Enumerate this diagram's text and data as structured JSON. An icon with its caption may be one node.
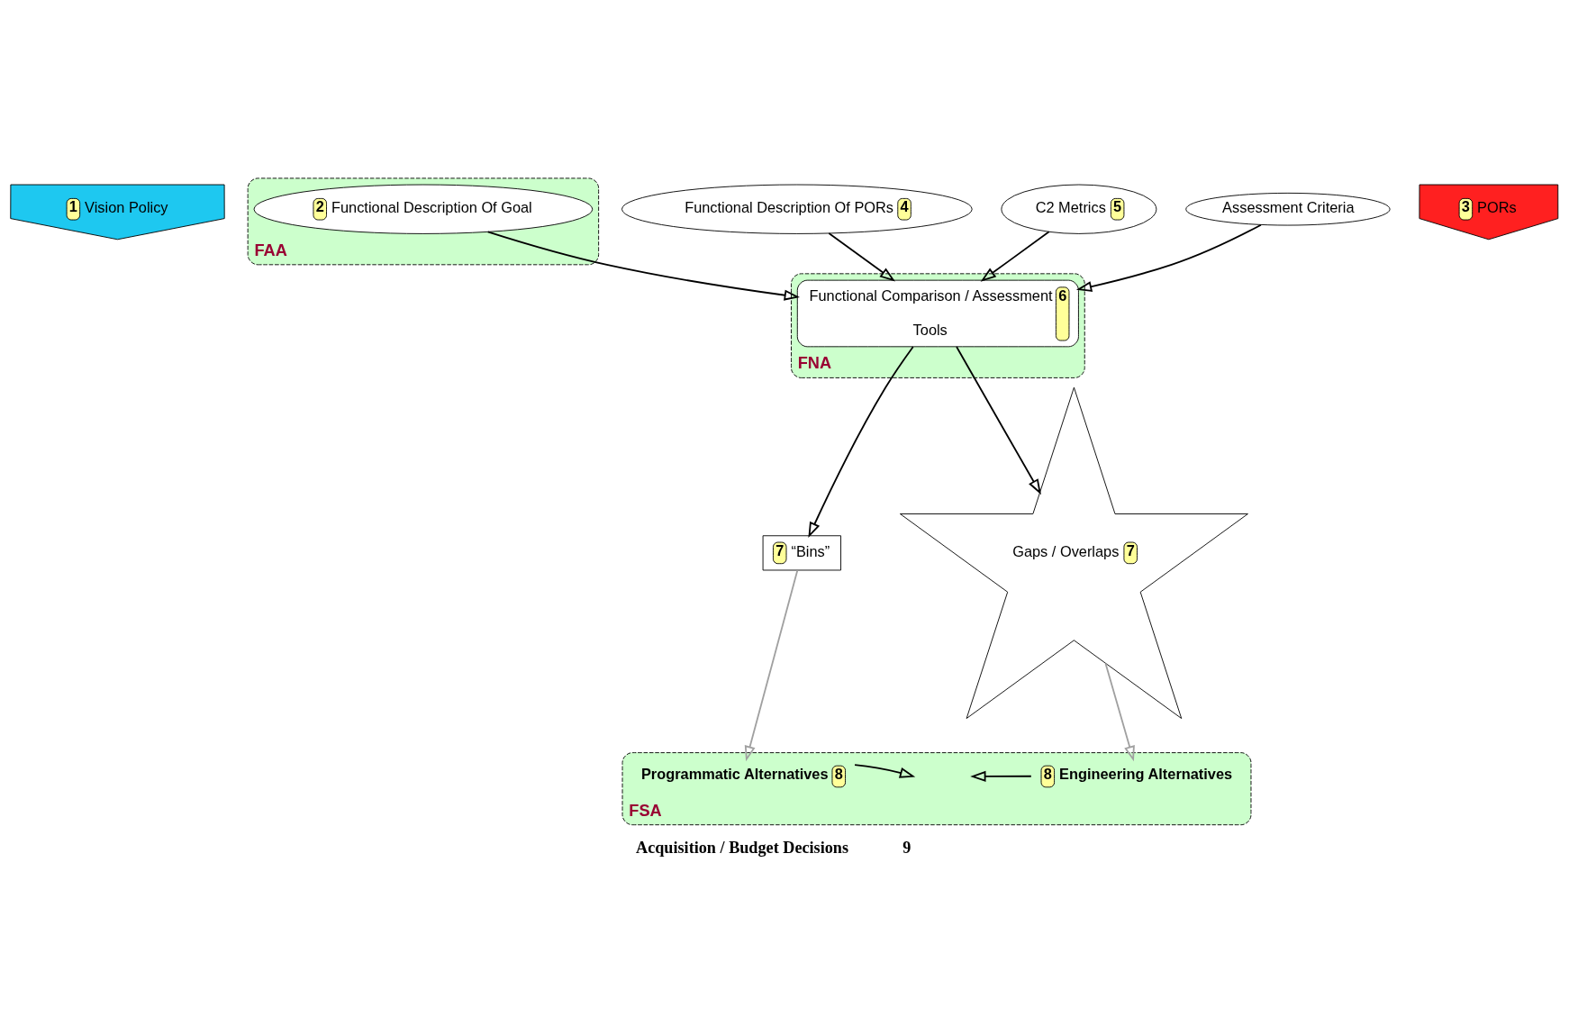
{
  "diagram": {
    "nodes": [
      {
        "text": [
          "1",
          "Vision Policy"
        ]
      },
      {
        "text": [
          "FAA"
        ]
      },
      {
        "text": [
          "2",
          "Functional Description Of Goal"
        ],
        "in": 1
      },
      {
        "text": [
          "3",
          "PORs"
        ]
      },
      {
        "text": [
          "Functional Description Of PORs",
          "4"
        ]
      },
      {
        "text": [
          "C2 Metrics",
          "5"
        ]
      },
      {
        "text": [
          "Assessment Criteria"
        ]
      },
      {
        "text": [
          "FNA"
        ]
      },
      {
        "text": [
          "Functional Comparison / Assessment",
          "Tools",
          "6"
        ],
        "in": 7
      },
      {
        "text": [
          "7",
          "“Bins”"
        ]
      },
      {
        "text": [
          "Gaps / Overlaps",
          "7"
        ]
      },
      {
        "text": [
          "FSA"
        ]
      },
      {
        "text": [
          "Programmatic Alternatives",
          "8"
        ],
        "in": 11
      },
      {
        "text": [
          "8",
          "Engineering Alternatives"
        ],
        "in": 11
      }
    ],
    "edges": [
      {
        "from": 5,
        "to": 8,
        "arrow": "to"
      },
      {
        "from": 6,
        "to": 8,
        "arrow": "to"
      },
      {
        "from": 2,
        "to": 8,
        "arrow": "to"
      },
      {
        "from": 4,
        "to": 8,
        "arrow": "to"
      },
      {
        "from": 8,
        "to": 9,
        "arrow": "to"
      },
      {
        "from": 8,
        "to": 10,
        "arrow": "to"
      },
      {
        "from": 12,
        "to": null,
        "arrow": "to"
      },
      {
        "from": 13,
        "to": null,
        "arrow": "to"
      },
      {
        "from": 9,
        "to": 12,
        "arrow": "to",
        "color": "#a0a0a0"
      },
      {
        "from": 10,
        "to": 13,
        "arrow": "to",
        "color": "#a0a0a0"
      }
    ],
    "labels": [
      "Acquisition / Budget Decisions",
      "9"
    ]
  }
}
